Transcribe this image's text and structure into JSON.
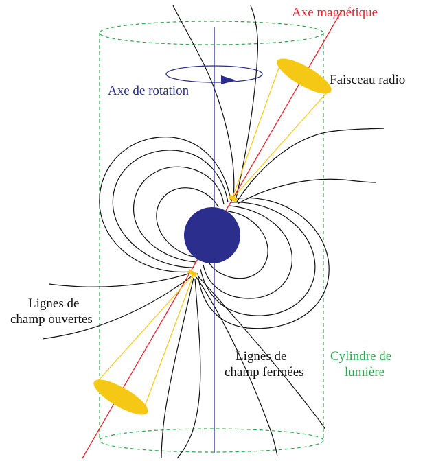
{
  "labels": {
    "magnetic_axis": "Axe magnétique",
    "rotation_axis": "Axe de rotation",
    "radio_beam": "Faisceau radio",
    "open_lines_1": "Lignes de",
    "open_lines_2": "champ ouvertes",
    "closed_lines_1": "Lignes de",
    "closed_lines_2": "champ fermées",
    "light_cylinder_1": "Cylindre de",
    "light_cylinder_2": "lumière"
  },
  "colors": {
    "magnetic_axis": "#e8202a",
    "rotation_axis": "#2b2e8c",
    "star": "#2b2e8c",
    "light_cylinder": "#2aa84a",
    "beam": "#f5c816",
    "field_lines": "#111111"
  }
}
